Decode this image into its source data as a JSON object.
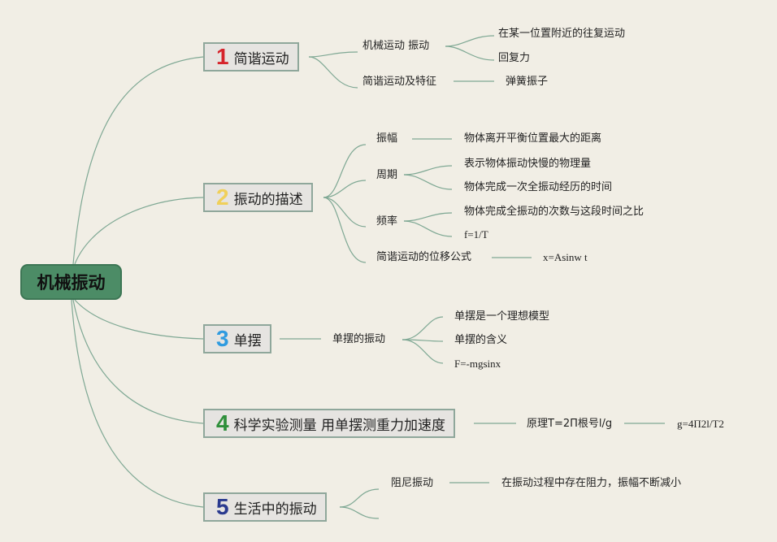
{
  "root": "机械振动",
  "colors": {
    "line": "#7fa894",
    "root_fill": "#4c8c66",
    "num1": "#d6242c",
    "num2": "#f0d05a",
    "num3": "#2f9be0",
    "num4": "#2e8f3a",
    "num5": "#2a3a8f"
  },
  "topics": [
    {
      "num": "1",
      "label": "简谐运动",
      "children": [
        {
          "label": "机械运动 振动",
          "children": [
            "在某一位置附近的往复运动",
            "回复力"
          ]
        },
        {
          "label": "简谐运动及特征",
          "children": [
            "弹簧振子"
          ]
        }
      ]
    },
    {
      "num": "2",
      "label": "振动的描述",
      "children": [
        {
          "label": "振幅",
          "children": [
            "物体离开平衡位置最大的距离"
          ]
        },
        {
          "label": "周期",
          "children": [
            "表示物体振动快慢的物理量",
            "物体完成一次全振动经历的时间"
          ]
        },
        {
          "label": "频率",
          "children": [
            "物体完成全振动的次数与这段时间之比",
            "f=1/T"
          ]
        },
        {
          "label": "简谐运动的位移公式",
          "children": [
            "x=Asinw t"
          ]
        }
      ]
    },
    {
      "num": "3",
      "label": "单摆",
      "children": [
        {
          "label": "单摆的振动",
          "children": [
            "单摆是一个理想模型",
            "单摆的含义",
            "F=-mgsinx"
          ]
        }
      ]
    },
    {
      "num": "4",
      "label": "科学实验测量 用单摆测重力加速度",
      "children": [
        {
          "label": "原理T=2Π根号l/g",
          "children": [
            "g=4Π2l/T2"
          ]
        }
      ]
    },
    {
      "num": "5",
      "label": "生活中的振动",
      "children": [
        {
          "label": "阻尼振动",
          "children": [
            "在振动过程中存在阻力，振幅不断减小"
          ]
        }
      ]
    }
  ]
}
